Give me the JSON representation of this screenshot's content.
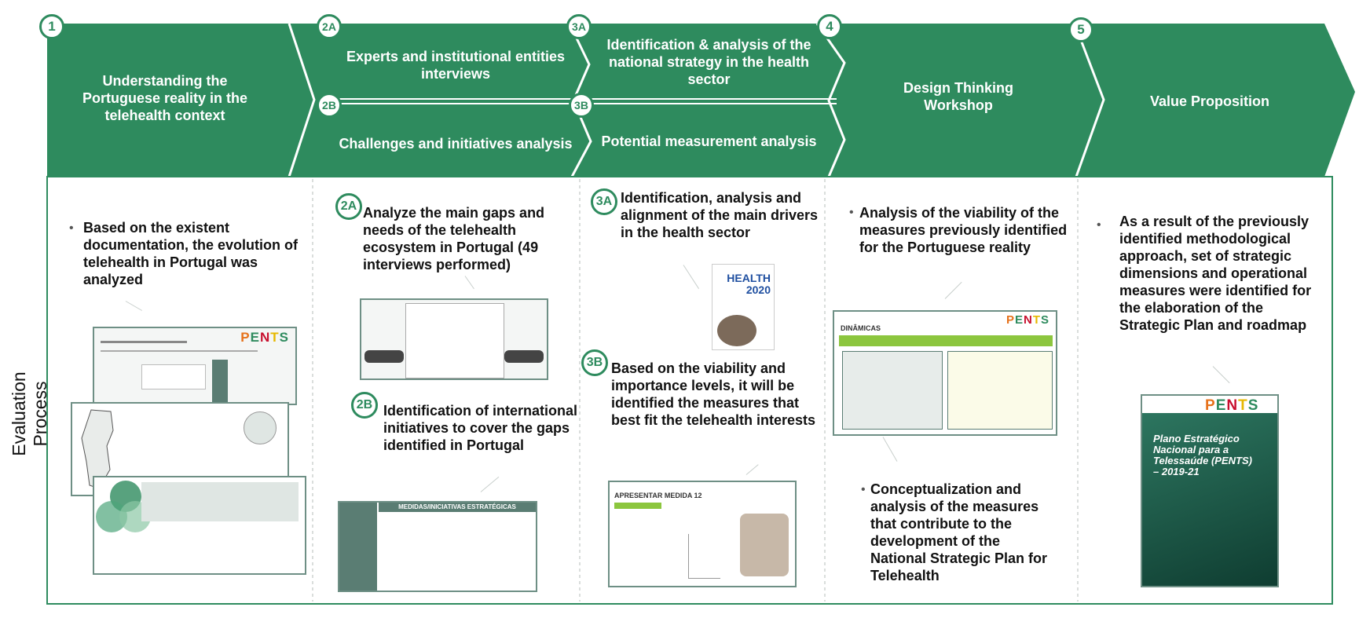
{
  "colors": {
    "accent": "#2e8b5e",
    "panel": "#ffffff"
  },
  "side_label": "Evaluation Process",
  "stages": [
    {
      "badge": "1",
      "label": "Understanding the Portuguese reality in the telehealth context"
    },
    {
      "badge": "2A",
      "label": "Experts and institutional entities interviews"
    },
    {
      "badge": "2B",
      "label": "Challenges and initiatives analysis"
    },
    {
      "badge": "3A",
      "label": "Identification & analysis of the national strategy in the health sector"
    },
    {
      "badge": "3B",
      "label": "Potential measurement analysis"
    },
    {
      "badge": "4",
      "label": "Design Thinking Workshop"
    },
    {
      "badge": "5",
      "label": "Value Proposition"
    }
  ],
  "details": {
    "c1": "Based on the existent documentation, the evolution of telehealth in Portugal was analyzed",
    "c2a_badge": "2A",
    "c2a": "Analyze the main gaps and needs of the telehealth ecosystem in Portugal (49 interviews performed)",
    "c2b_badge": "2B",
    "c2b": "Identification of international initiatives to cover the gaps identified in Portugal",
    "c3a_badge": "3A",
    "c3a": "Identification, analysis and alignment of the main drivers in the health sector",
    "c3b_badge": "3B",
    "c3b": "Based on the viability and importance levels, it will be identified the measures that best fit the telehealth interests",
    "c4a": "Analysis of the viability of the measures previously identified for the Portuguese reality",
    "c4b": "Conceptualization and analysis of the measures that contribute to the development of the National Strategic Plan for Telehealth",
    "c5": "As a result of the previously identified methodological approach, set of strategic dimensions and operational measures were identified for the elaboration of the Strategic Plan and roadmap"
  },
  "thumbnails": {
    "health2020": "HEALTH 2020",
    "pents_logo": [
      "P",
      "E",
      "N",
      "T",
      "S"
    ],
    "medidas_title": "MEDIDAS/INICIATIVAS ESTRATÉGICAS",
    "apresentar": "APRESENTAR MEDIDA 12",
    "dinamicas": "DINÂMICAS",
    "cover_title": "Plano Estratégico Nacional para a Telessaúde (PENTS) – 2019-21"
  }
}
